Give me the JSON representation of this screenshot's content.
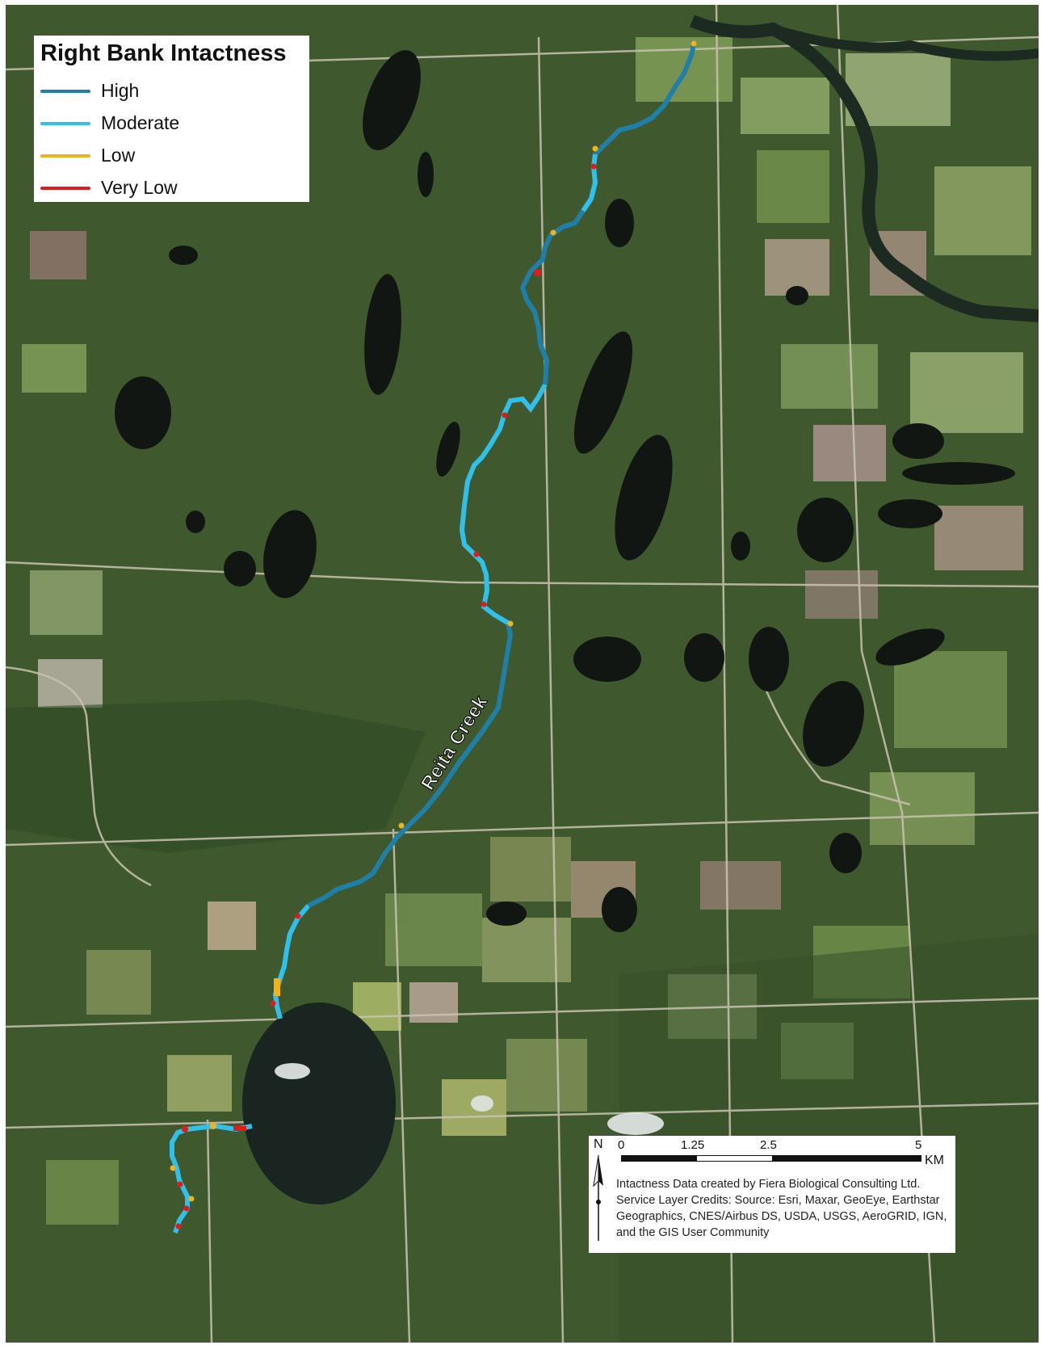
{
  "legend": {
    "title": "Right Bank Intactness",
    "items": [
      {
        "label": "High",
        "color": "#1f7fa8"
      },
      {
        "label": "Moderate",
        "color": "#2fc0ec"
      },
      {
        "label": "Low",
        "color": "#f2b21b"
      },
      {
        "label": "Very Low",
        "color": "#e31a1c"
      }
    ]
  },
  "map": {
    "creek_label": "Reita Creek",
    "north_label": "N",
    "scale_labels": [
      "0",
      "1.25",
      "2.5",
      "5"
    ],
    "scale_unit": "KM",
    "credits": "Intactness Data created by Fiera Biological Consulting Ltd. Service Layer Credits: Source: Esri, Maxar, GeoEye, Earthstar Geographics, CNES/Airbus DS, USDA, USGS, AeroGRID, IGN, and the GIS User Community",
    "imagery_colors": {
      "forest": "#3f5a2e",
      "field": "#6f8a4a",
      "water": "#141a16",
      "road": "#c9c3b0",
      "wetland": "#8a7a6a"
    }
  }
}
